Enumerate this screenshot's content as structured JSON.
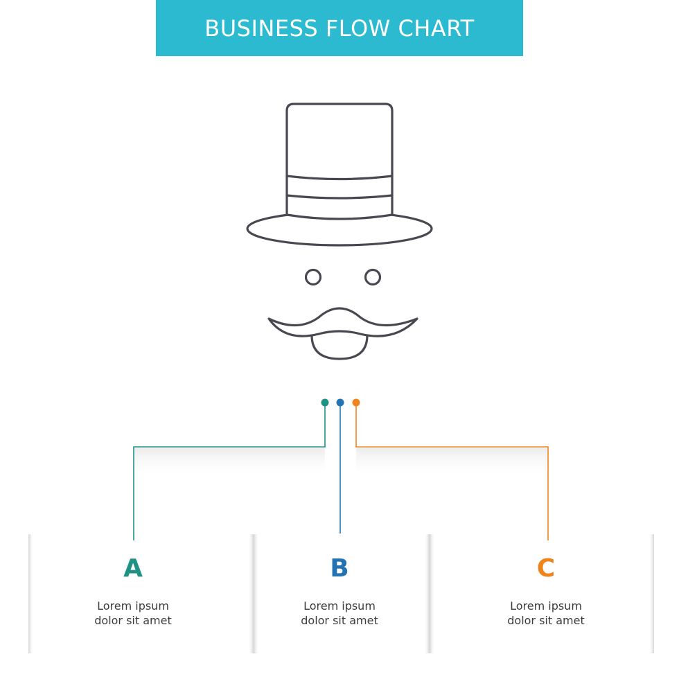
{
  "title": "BUSINESS FLOW CHART",
  "icon": "top-hat-mustache-icon",
  "colors": {
    "banner": "#2bbad0",
    "option_a": "#1f9383",
    "option_b": "#2474b5",
    "option_c": "#f0841c",
    "icon_stroke": "#4a4751"
  },
  "options": [
    {
      "letter": "A",
      "line1": "Lorem ipsum",
      "line2": "dolor sit amet"
    },
    {
      "letter": "B",
      "line1": "Lorem ipsum",
      "line2": "dolor sit amet"
    },
    {
      "letter": "C",
      "line1": "Lorem ipsum",
      "line2": "dolor sit amet"
    }
  ]
}
